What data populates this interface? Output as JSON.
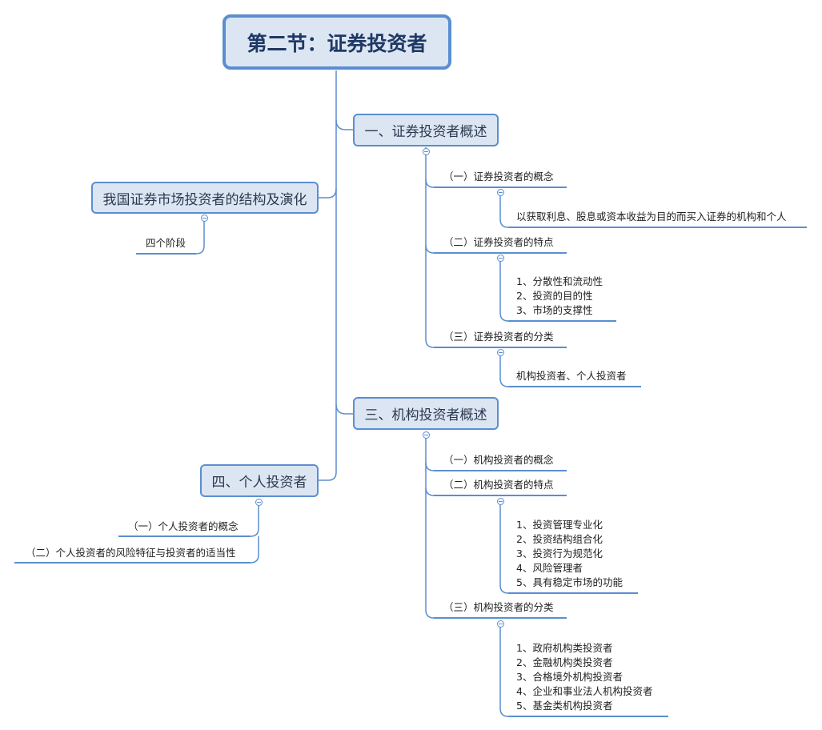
{
  "root": "第二节：证券投资者",
  "branches": {
    "overview": {
      "title": "一、证券投资者概述",
      "concept": {
        "title": "（一）证券投资者的概念",
        "content": "以获取利息、股息或资本收益为目的而买入证券的机构和个人"
      },
      "features": {
        "title": "（二）证券投资者的特点",
        "items": [
          "1、分散性和流动性",
          "2、投资的目的性",
          "3、市场的支撑性"
        ]
      },
      "types": {
        "title": "（三）证券投资者的分类",
        "content": "机构投资者、个人投资者"
      }
    },
    "evolution": {
      "title": "我国证券市场投资者的结构及演化",
      "child": "四个阶段"
    },
    "institutional": {
      "title": "三、机构投资者概述",
      "concept": {
        "title": "（一）机构投资者的概念"
      },
      "features": {
        "title": "（二）机构投资者的特点",
        "items": [
          "1、投资管理专业化",
          "2、投资结构组合化",
          "3、投资行为规范化",
          "4、风险管理者",
          "5、具有稳定市场的功能"
        ]
      },
      "types": {
        "title": "（三）机构投资者的分类",
        "items": [
          "1、政府机构类投资者",
          "2、金融机构类投资者",
          "3、合格境外机构投资者",
          "4、企业和事业法人机构投资者",
          "5、基金类机构投资者"
        ]
      }
    },
    "individual": {
      "title": "四、个人投资者",
      "concept": "（一）个人投资者的概念",
      "risk": "（二）个人投资者的风险特征与投资者的适当性"
    }
  }
}
